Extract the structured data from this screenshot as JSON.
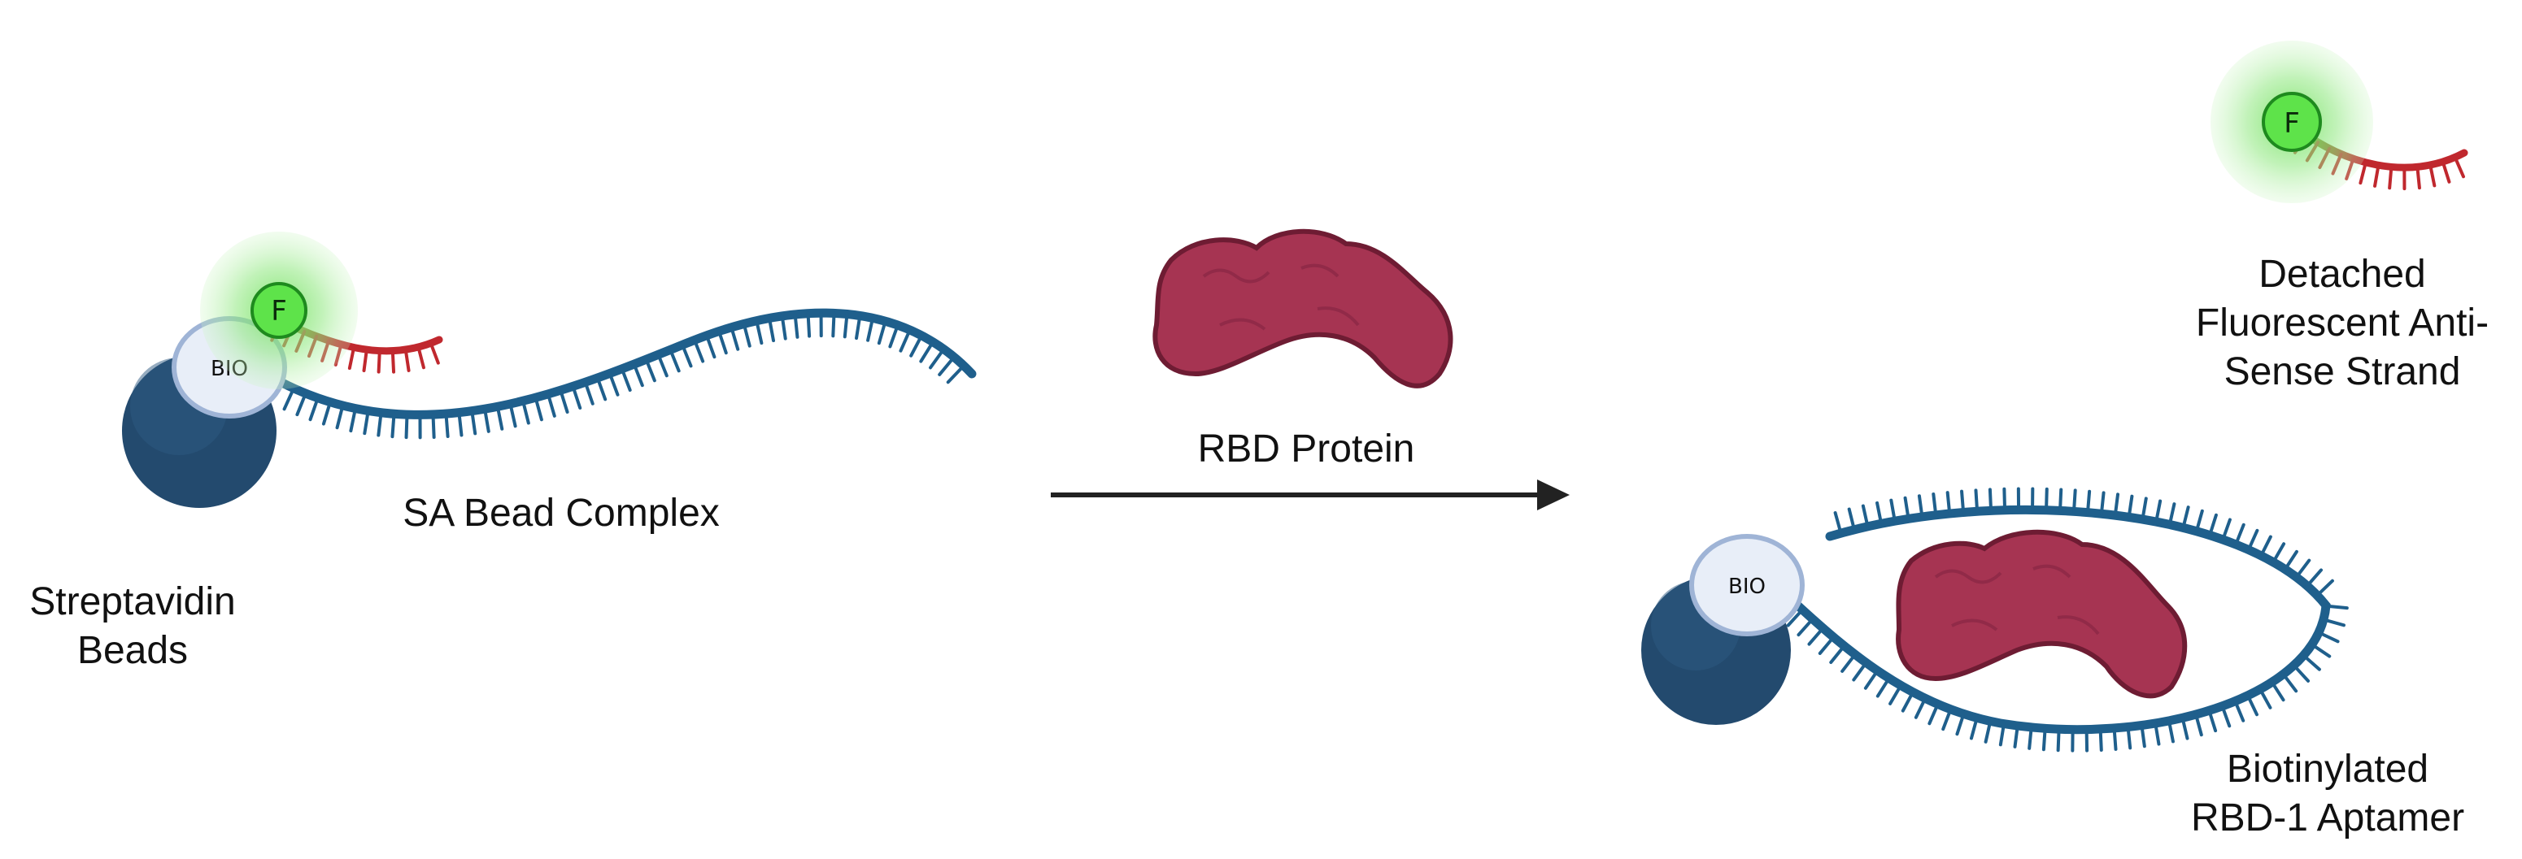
{
  "labels": {
    "streptavidin": [
      "Streptavidin",
      "Beads"
    ],
    "sa_complex": "SA Bead Complex",
    "rbd_protein": "RBD Protein",
    "detached": [
      "Detached",
      "Fluorescent Anti-",
      "Sense Strand"
    ],
    "aptamer": [
      "Biotinylated",
      "RBD-1 Aptamer"
    ],
    "bio_tag": "BIO",
    "fluor_tag": "F"
  },
  "colors": {
    "bead": "#234a6e",
    "bio": "#e8eef8",
    "dna": "#1f5f8c",
    "antisense": "#c0282e",
    "fluor": "#5ee34a",
    "protein": "#a63452",
    "arrow": "#222222"
  }
}
